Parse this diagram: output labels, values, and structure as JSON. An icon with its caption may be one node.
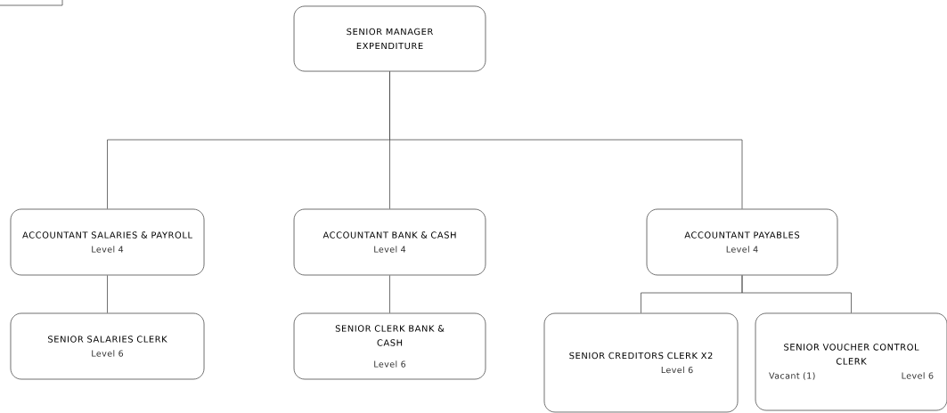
{
  "diagram": {
    "nodes": [
      {
        "text": [],
        "shape": "box"
      },
      {
        "text": [
          "SENIOR MANAGER EXPENDITURE"
        ]
      },
      {
        "text": [
          "ACCOUNTANT SALARIES & PAYROLL",
          "Level 4"
        ]
      },
      {
        "text": [
          "ACCOUNTANT BANK & CASH",
          "Level 4"
        ]
      },
      {
        "text": [
          "ACCOUNTANT PAYABLES",
          "Level 4"
        ]
      },
      {
        "text": [
          "SENIOR SALARIES CLERK",
          "Level 6"
        ]
      },
      {
        "text": [
          "SENIOR CLERK BANK & CASH",
          "Level 6"
        ]
      },
      {
        "text": [
          "SENIOR CREDITORS CLERK X2",
          "Level 6"
        ]
      },
      {
        "text": [
          "SENIOR VOUCHER CONTROL CLERK",
          "Vacant (1)",
          "Level 6"
        ]
      }
    ],
    "edges": [
      {
        "from": 1,
        "to": 2,
        "arrow": "none"
      },
      {
        "from": 1,
        "to": 3,
        "arrow": "none"
      },
      {
        "from": 1,
        "to": 4,
        "arrow": "none"
      },
      {
        "from": 2,
        "to": 5,
        "arrow": "none"
      },
      {
        "from": 3,
        "to": 6,
        "arrow": "none"
      },
      {
        "from": 4,
        "to": 7,
        "arrow": "none"
      },
      {
        "from": 4,
        "to": 8,
        "arrow": "none"
      }
    ]
  }
}
